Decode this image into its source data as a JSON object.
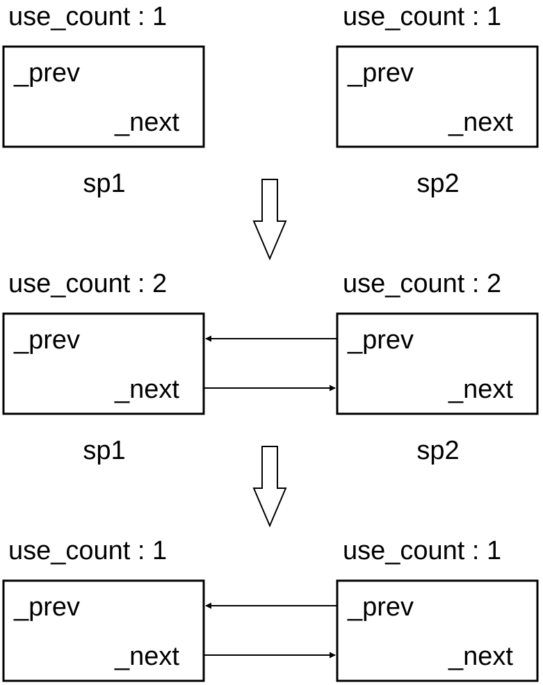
{
  "stages": [
    {
      "left": {
        "use_count": "use_count : 1",
        "prev": "_prev",
        "next": "_next",
        "name": "sp1"
      },
      "right": {
        "use_count": "use_count : 1",
        "prev": "_prev",
        "next": "_next",
        "name": "sp2"
      },
      "linked": false
    },
    {
      "left": {
        "use_count": "use_count : 2",
        "prev": "_prev",
        "next": "_next",
        "name": "sp1"
      },
      "right": {
        "use_count": "use_count : 2",
        "prev": "_prev",
        "next": "_next",
        "name": "sp2"
      },
      "linked": true
    },
    {
      "left": {
        "use_count": "use_count : 1",
        "prev": "_prev",
        "next": "_next"
      },
      "right": {
        "use_count": "use_count : 1",
        "prev": "_prev",
        "next": "_next"
      },
      "linked": true
    }
  ],
  "colors": {
    "stroke": "#000000",
    "background": "#ffffff"
  }
}
